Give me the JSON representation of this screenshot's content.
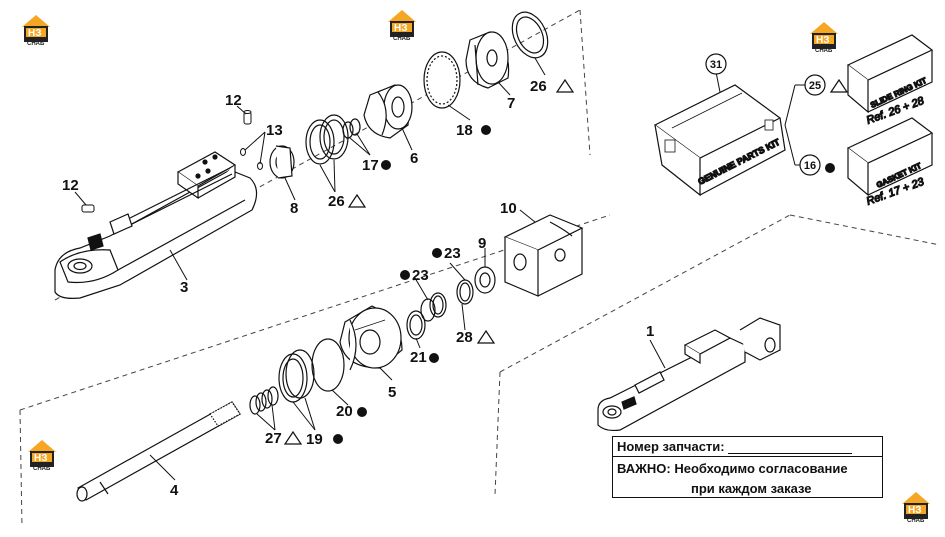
{
  "brand": {
    "logo_main": "НЗ",
    "logo_sub": "СНАБ",
    "accent_color": "#f5a623",
    "logo_bg": "#222222"
  },
  "callouts": {
    "c1": "1",
    "c3": "3",
    "c4": "4",
    "c5": "5",
    "c6": "6",
    "c7": "7",
    "c8": "8",
    "c9": "9",
    "c10": "10",
    "c12a": "12",
    "c12b": "12",
    "c13": "13",
    "c16": "16",
    "c17": "17",
    "c18": "18",
    "c19": "19",
    "c20": "20",
    "c21": "21",
    "c23a": "23",
    "c23b": "23",
    "c25": "25",
    "c26a": "26",
    "c26b": "26",
    "c27": "27",
    "c28": "28",
    "c31": "31"
  },
  "kits": {
    "genuine_label": "GENUINE PARTS KIT",
    "slide_label": "SLIDE RING KIT",
    "slide_ref": "Ref. 26 + 28",
    "gasket_label": "GASKET KIT",
    "gasket_ref": "Ref. 17 + 23"
  },
  "info": {
    "part_label": "Номер запчасти:",
    "important_prefix": "ВАЖНО:",
    "important_line1": "Необходимо согласование",
    "important_line2": "при каждом заказе"
  }
}
